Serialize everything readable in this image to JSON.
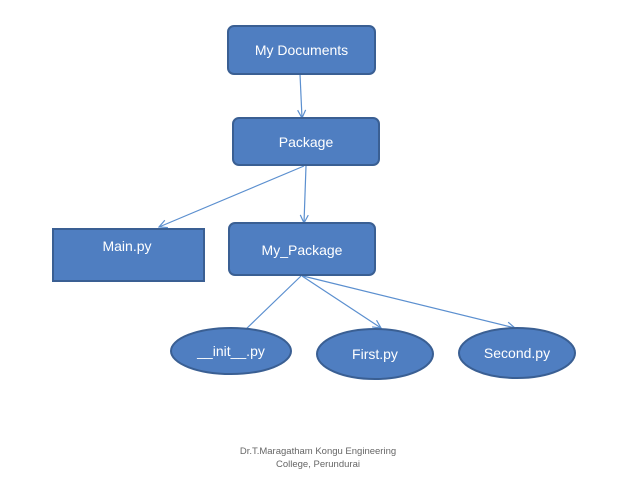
{
  "nodes": {
    "my_documents": "My Documents",
    "package": "Package",
    "main_py": "Main.py",
    "my_package": "My_Package",
    "init_py": "__init__.py",
    "first_py": "First.py",
    "second_py": "Second.py"
  },
  "footer": {
    "line1": "Dr.T.Maragatham Kongu Engineering",
    "line2": "College, Perundurai"
  },
  "colors": {
    "node_fill": "#4f7ec1",
    "node_border": "#3a5f93",
    "edge": "#5b8fcf",
    "label": "#ffffff",
    "footer_text": "#666666"
  }
}
